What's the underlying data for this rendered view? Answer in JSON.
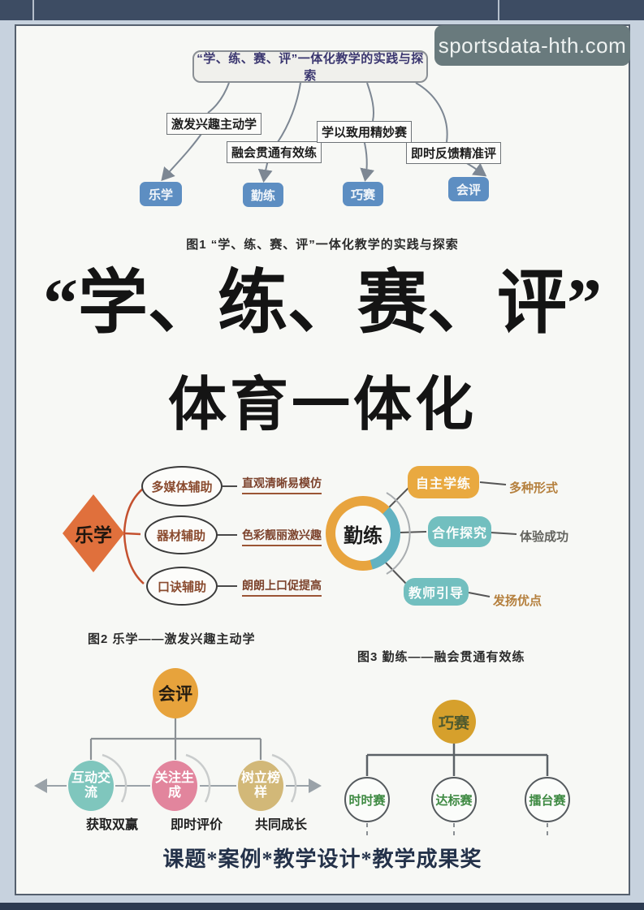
{
  "watermark": {
    "label": "sportsdata-hth.com"
  },
  "fig1": {
    "title": "“学、练、赛、评”一体化教学的实践与探索",
    "branches": [
      "激发兴趣主动学",
      "融会贯通有效练",
      "学以致用精妙赛",
      "即时反馈精准评"
    ],
    "chips": [
      "乐学",
      "勤练",
      "巧赛",
      "会评"
    ],
    "caption": "图1 “学、练、赛、评”一体化教学的实践与探索"
  },
  "headline": {
    "line1": "“学、练、赛、评”",
    "line2": "体育一体化"
  },
  "fig2": {
    "center": "乐学",
    "nodes": [
      "多媒体辅助",
      "器材辅助",
      "口诀辅助"
    ],
    "labels": [
      "直观清晰易模仿",
      "色彩靓丽激兴趣",
      "朗朗上口促提高"
    ],
    "caption": "图2 乐学——激发兴趣主动学"
  },
  "fig3": {
    "center": "勤练",
    "nodes": [
      "自主学练",
      "合作探究",
      "教师引导"
    ],
    "labels": [
      "多种形式",
      "体验成功",
      "发扬优点"
    ],
    "caption": "图3 勤练——融会贯通有效练"
  },
  "fig4": {
    "center": "会评",
    "nodes": [
      "互动交流",
      "关注生成",
      "树立榜样"
    ],
    "labels": [
      "获取双赢",
      "即时评价",
      "共同成长"
    ]
  },
  "fig5": {
    "center": "巧赛",
    "nodes": [
      "时时赛",
      "达标赛",
      "擂台赛"
    ]
  },
  "footer": {
    "text": "课题*案例*教学设计*教学成果奖"
  },
  "colors": {
    "frame_navy": "#3d4c63",
    "badge_gray": "#697a7d",
    "chip_blue": "#5d8ec2",
    "diamond_orange": "#e0703c",
    "ring_orange": "#e8a43e",
    "ring_teal": "#62b2c1",
    "node_orange": "#e9a940",
    "node_teal": "#72bfbf",
    "circle_orange": "#e7a33c",
    "circle_teal": "#7fc6bd",
    "circle_pink": "#e2859d",
    "circle_tan": "#d2b878",
    "circle_gold": "#d6a02c"
  }
}
